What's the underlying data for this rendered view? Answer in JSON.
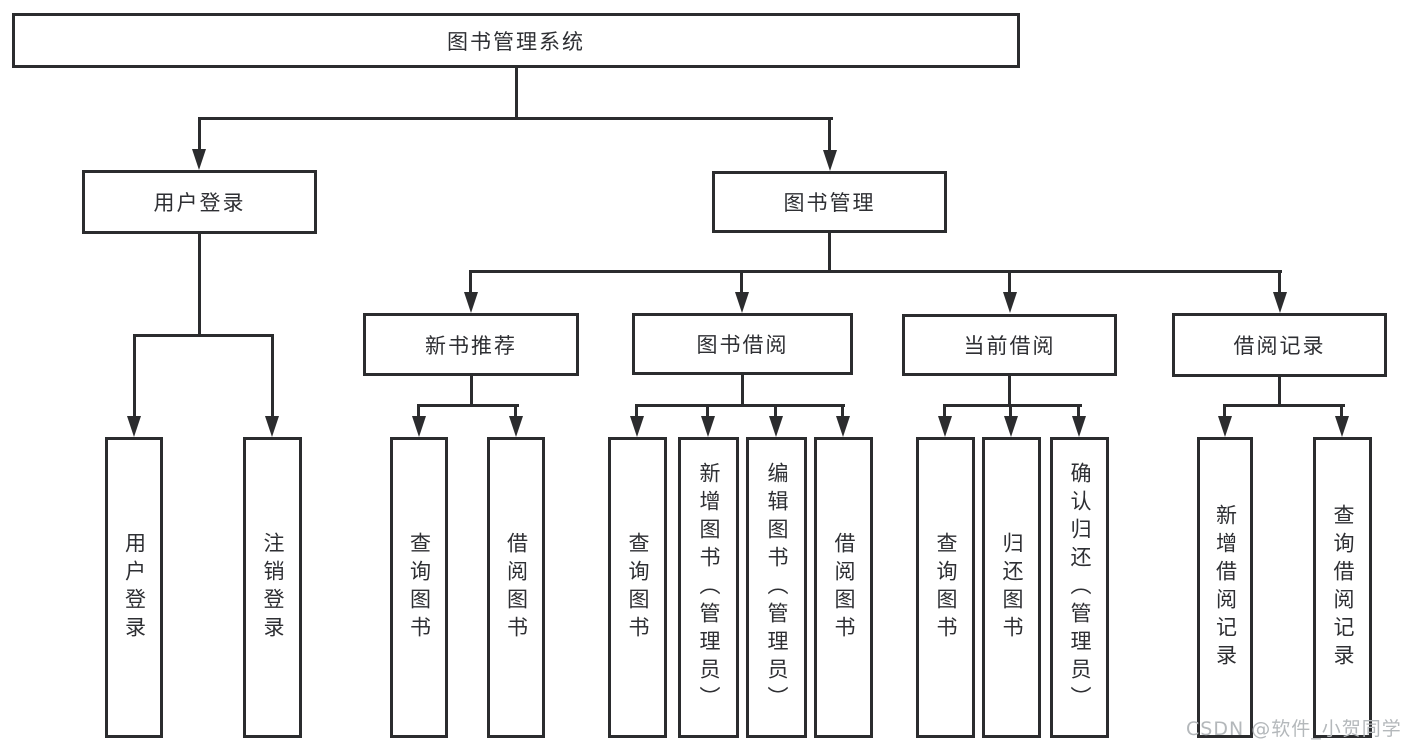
{
  "tree": {
    "root": {
      "label": "图书管理系统"
    },
    "level2": [
      {
        "id": "user-login",
        "label": "用户登录",
        "children": [
          {
            "label": "用户登录"
          },
          {
            "label": "注销登录"
          }
        ]
      },
      {
        "id": "book-management",
        "label": "图书管理",
        "children": [
          {
            "label": "新书推荐",
            "children": [
              {
                "label": "查询图书"
              },
              {
                "label": "借阅图书"
              }
            ]
          },
          {
            "label": "图书借阅",
            "children": [
              {
                "label": "查询图书"
              },
              {
                "label": "新增图书（管理员）"
              },
              {
                "label": "编辑图书（管理员）"
              },
              {
                "label": "借阅图书"
              }
            ]
          },
          {
            "label": "当前借阅",
            "children": [
              {
                "label": "查询图书"
              },
              {
                "label": "归还图书"
              },
              {
                "label": "确认归还（管理员）"
              }
            ]
          },
          {
            "label": "借阅记录",
            "children": [
              {
                "label": "新增借阅记录"
              },
              {
                "label": "查询借阅记录"
              }
            ]
          }
        ]
      }
    ]
  },
  "watermark": {
    "text": "CSDN @软件_小贺同学"
  },
  "colors": {
    "line": "#2b2c2e",
    "box_border": "#2b2c2e",
    "box_fill": "#ffffff",
    "text": "#2e2f33",
    "watermark": "#b4b8bb",
    "background": "#ffffff"
  }
}
